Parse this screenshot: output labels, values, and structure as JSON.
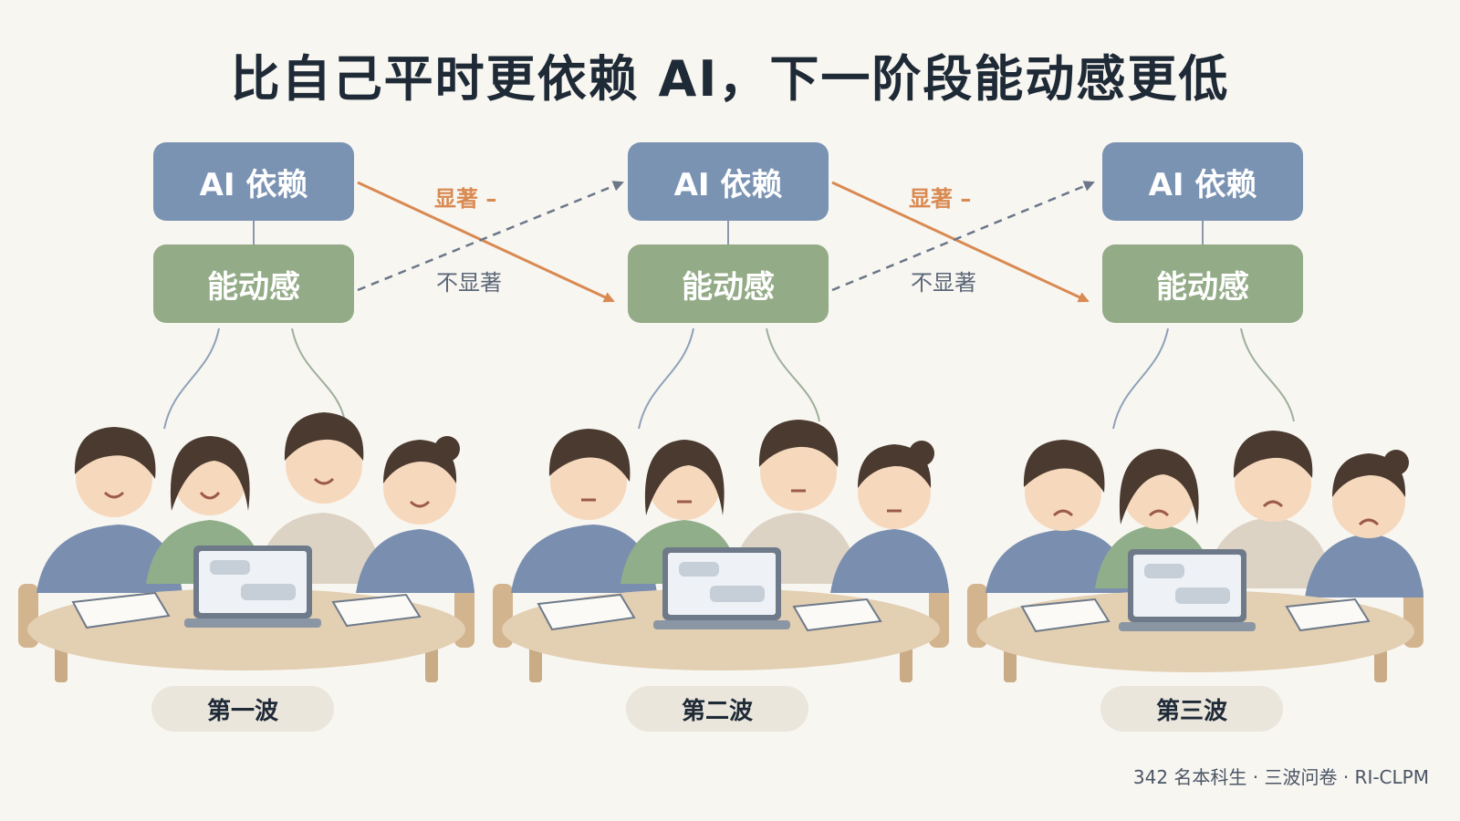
{
  "title": "比自己平时更依赖 AI，下一阶段能动感更低",
  "nodes": {
    "ai_label": "AI 依赖",
    "agency_label": "能动感"
  },
  "paths": {
    "significant_label": "显著 –",
    "nonsignificant_label": "不显著"
  },
  "waves": [
    {
      "label": "第一波",
      "mood": "happy"
    },
    {
      "label": "第二波",
      "mood": "thoughtful"
    },
    {
      "label": "第三波",
      "mood": "sad"
    }
  ],
  "footer": "342 名本科生 · 三波问卷 · RI-CLPM",
  "colors": {
    "ai_box": "#7b93b3",
    "agency_box": "#93ab87",
    "significant_arrow": "#d98a52",
    "nonsignificant_arrow": "#6b7789"
  }
}
